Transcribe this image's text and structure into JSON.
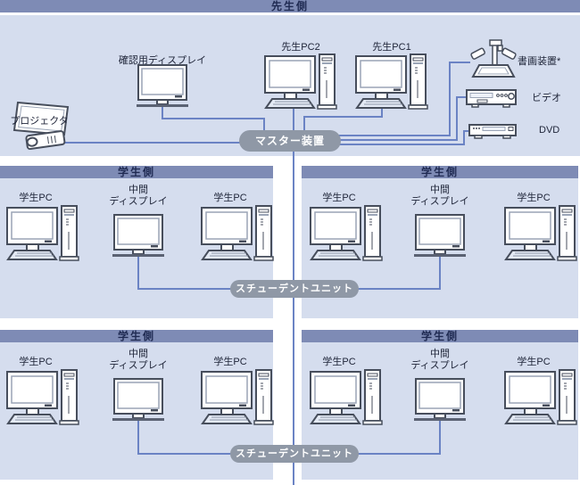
{
  "teacher": {
    "title": "先生側",
    "master_unit_label": "マスター装置",
    "confirm_display_label": "確認用ディスプレイ",
    "pc2_label": "先生PC2",
    "pc1_label": "先生PC1",
    "doc_camera_label": "書画装置*",
    "video_label": "ビデオ",
    "dvd_label": "DVD",
    "projector_label": "プロジェクタ"
  },
  "student_unit_top_label": "スチューデントユニット",
  "student_unit_bottom_label": "スチューデントユニット",
  "panels": [
    {
      "title": "学生側",
      "left_pc_label": "学生PC",
      "middle_display_label_1": "中間",
      "middle_display_label_2": "ディスプレイ",
      "right_pc_label": "学生PC"
    },
    {
      "title": "学生側",
      "left_pc_label": "学生PC",
      "middle_display_label_1": "中間",
      "middle_display_label_2": "ディスプレイ",
      "right_pc_label": "学生PC"
    },
    {
      "title": "学生側",
      "left_pc_label": "学生PC",
      "middle_display_label_1": "中間",
      "middle_display_label_2": "ディスプレイ",
      "right_pc_label": "学生PC"
    },
    {
      "title": "学生側",
      "left_pc_label": "学生PC",
      "middle_display_label_1": "中間",
      "middle_display_label_2": "ディスプレイ",
      "right_pc_label": "学生PC"
    }
  ],
  "colors": {
    "header_bar": "#7e8bb5",
    "header_text": "#1f2a52",
    "panel_bg": "#d5ddee",
    "wire": "#6b83c4",
    "badge_bg": "#8f98a6",
    "badge_text": "#ffffff",
    "label_text": "#20263a"
  }
}
